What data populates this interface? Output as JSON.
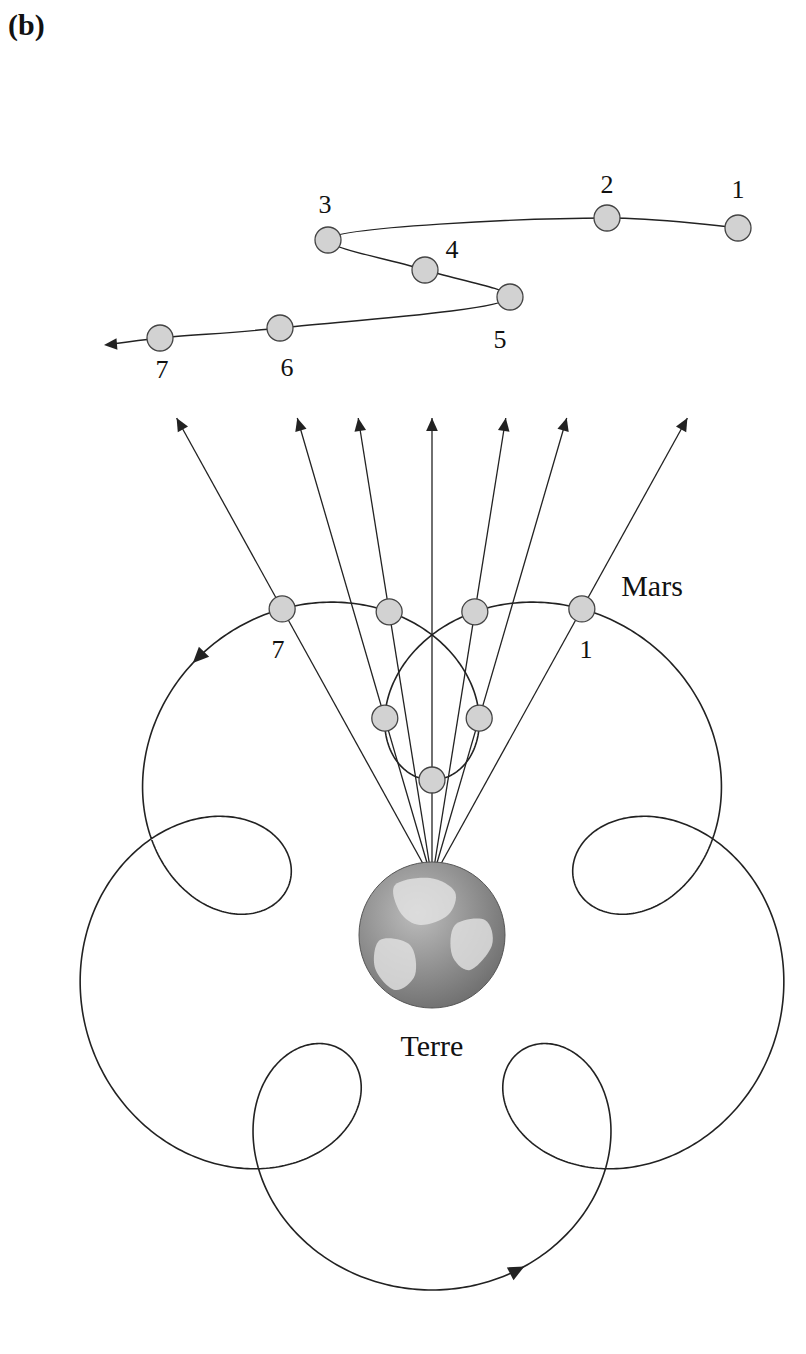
{
  "diagram": {
    "labels": [
      "(b)",
      "1",
      "2",
      "3",
      "4",
      "5",
      "6",
      "7",
      "Mars",
      "7",
      "1",
      "Terre"
    ]
  }
}
